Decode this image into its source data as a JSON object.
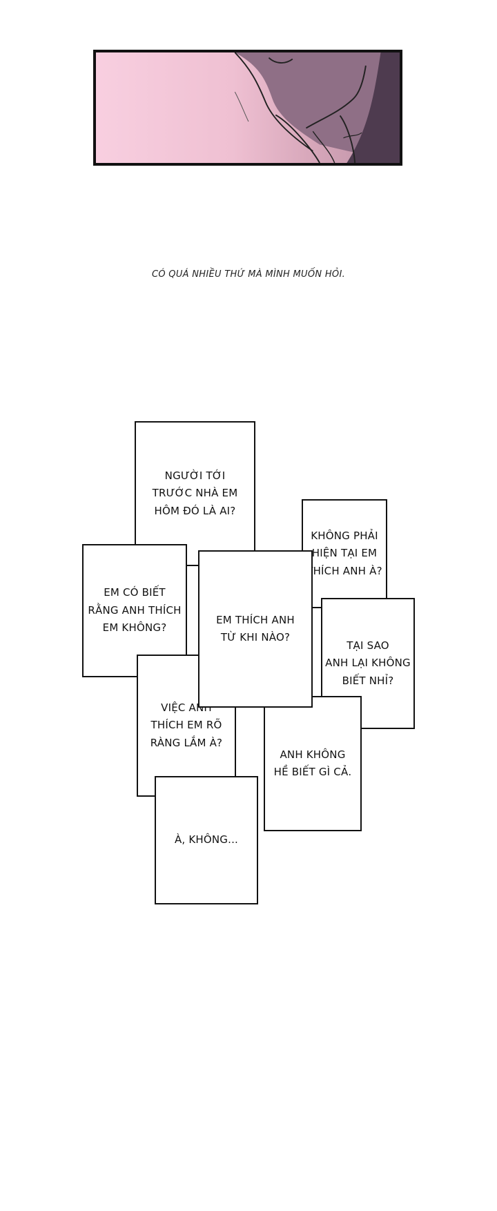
{
  "caption": "CÓ QUÁ NHIỀU THỨ MÀ MÌNH MUỐN HỎI.",
  "notes": [
    "NGƯỜI TỚI\nTRƯỚC NHÀ EM\nHÔM ĐÓ LÀ AI?",
    "KHÔNG PHẢI\nHIỆN TẠI EM\nTHÍCH ANH À?",
    "EM CÓ BIẾT\nRẰNG ANH THÍCH\nEM KHÔNG?",
    "TẠI SAO\nANH LẠI KHÔNG\nBIẾT NHỈ?",
    "EM THÍCH ANH\nTỪ KHI NÀO?",
    "VIỆC ANH\nTHÍCH EM RÕ\nRÀNG LẮM À?",
    "ANH KHÔNG\nHỀ BIẾT GÌ CẢ.",
    "À, KHÔNG..."
  ]
}
